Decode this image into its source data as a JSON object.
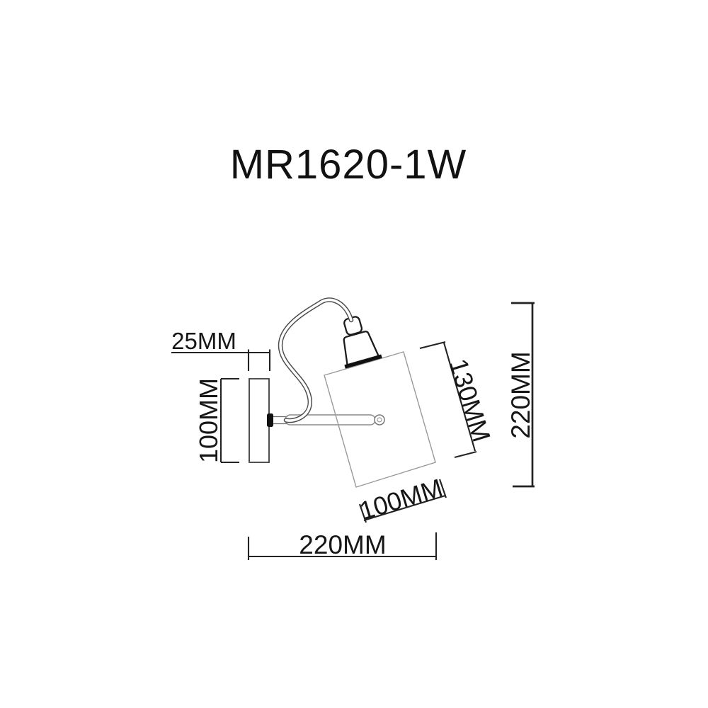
{
  "title": "MR1620-1W",
  "drawing": {
    "subject": "wall lamp technical dimension drawing",
    "dimensions": {
      "plate_thickness": "25MM",
      "plate_height": "100MM",
      "shade_length": "130MM",
      "overall_height": "220MM",
      "shade_diameter": "100MM",
      "overall_width": "220MM"
    }
  },
  "colors": {
    "background": "#ffffff",
    "ink": "#1f1f1f",
    "line_light": "#9a9a9a",
    "line_mid": "#666666"
  }
}
